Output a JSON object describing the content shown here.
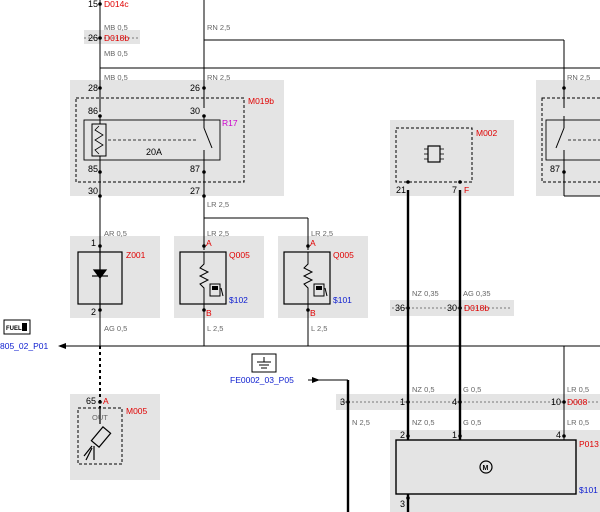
{
  "connectors": {
    "d014c": "D014c",
    "d018b_top": "D018b",
    "d018b_mid": "D018b",
    "d008": "D008"
  },
  "components": {
    "m019b": "M019b",
    "r17": "R17",
    "relay_fuse": "20A",
    "m002": "M002",
    "z001": "Z001",
    "q005_a": "Q005",
    "q005_b": "Q005",
    "m005": "M005",
    "m005_out": "OUT",
    "p013": "P013"
  },
  "references": {
    "s102": "$102",
    "s101_a": "$101",
    "s101_b": "$101",
    "fuel_ref": "805_02_P01",
    "ground_ref": "FE0002_03_P05",
    "fuel_badge": "FUEL"
  },
  "pins": {
    "p15": "15",
    "p26a": "26",
    "p28": "28",
    "p26b": "26",
    "p86": "86",
    "p30a": "30",
    "p85": "85",
    "p87a": "87",
    "p30b": "30",
    "p27": "27",
    "p21": "21",
    "p7": "7",
    "pF": "F",
    "p87b": "87",
    "p1a": "1",
    "pA1": "A",
    "pA2": "A",
    "p2a": "2",
    "pB1": "B",
    "pB2": "B",
    "p36": "36",
    "p30c": "30",
    "p65": "65",
    "pA3": "A",
    "p3a": "3",
    "p1b": "1",
    "p4a": "4",
    "p10": "10",
    "p2b": "2",
    "p1c": "1",
    "p4b": "4",
    "p3b": "3"
  },
  "wires": {
    "mb05_a": "MB 0,5",
    "mb05_b": "MB 0,5",
    "mb05_c": "MB 0,5",
    "rn25_a": "RN 2,5",
    "rn25_b": "RN 2,5",
    "rn25_c": "RN 2,5",
    "lr25_a": "LR 2,5",
    "lr25_b": "LR 2,5",
    "lr25_c": "LR 2,5",
    "ar05": "AR 0,5",
    "ag05": "AG 0,5",
    "l25_a": "L 2,5",
    "l25_b": "L 2,5",
    "nz035": "NZ 0,35",
    "ag035": "AG 0,35",
    "nz05_a": "NZ 0,5",
    "g05_a": "G 0,5",
    "lr05_a": "LR 0,5",
    "n25": "N 2,5",
    "nz05_b": "NZ 0,5",
    "g05_b": "G 0,5",
    "lr05_b": "LR 0,5"
  }
}
